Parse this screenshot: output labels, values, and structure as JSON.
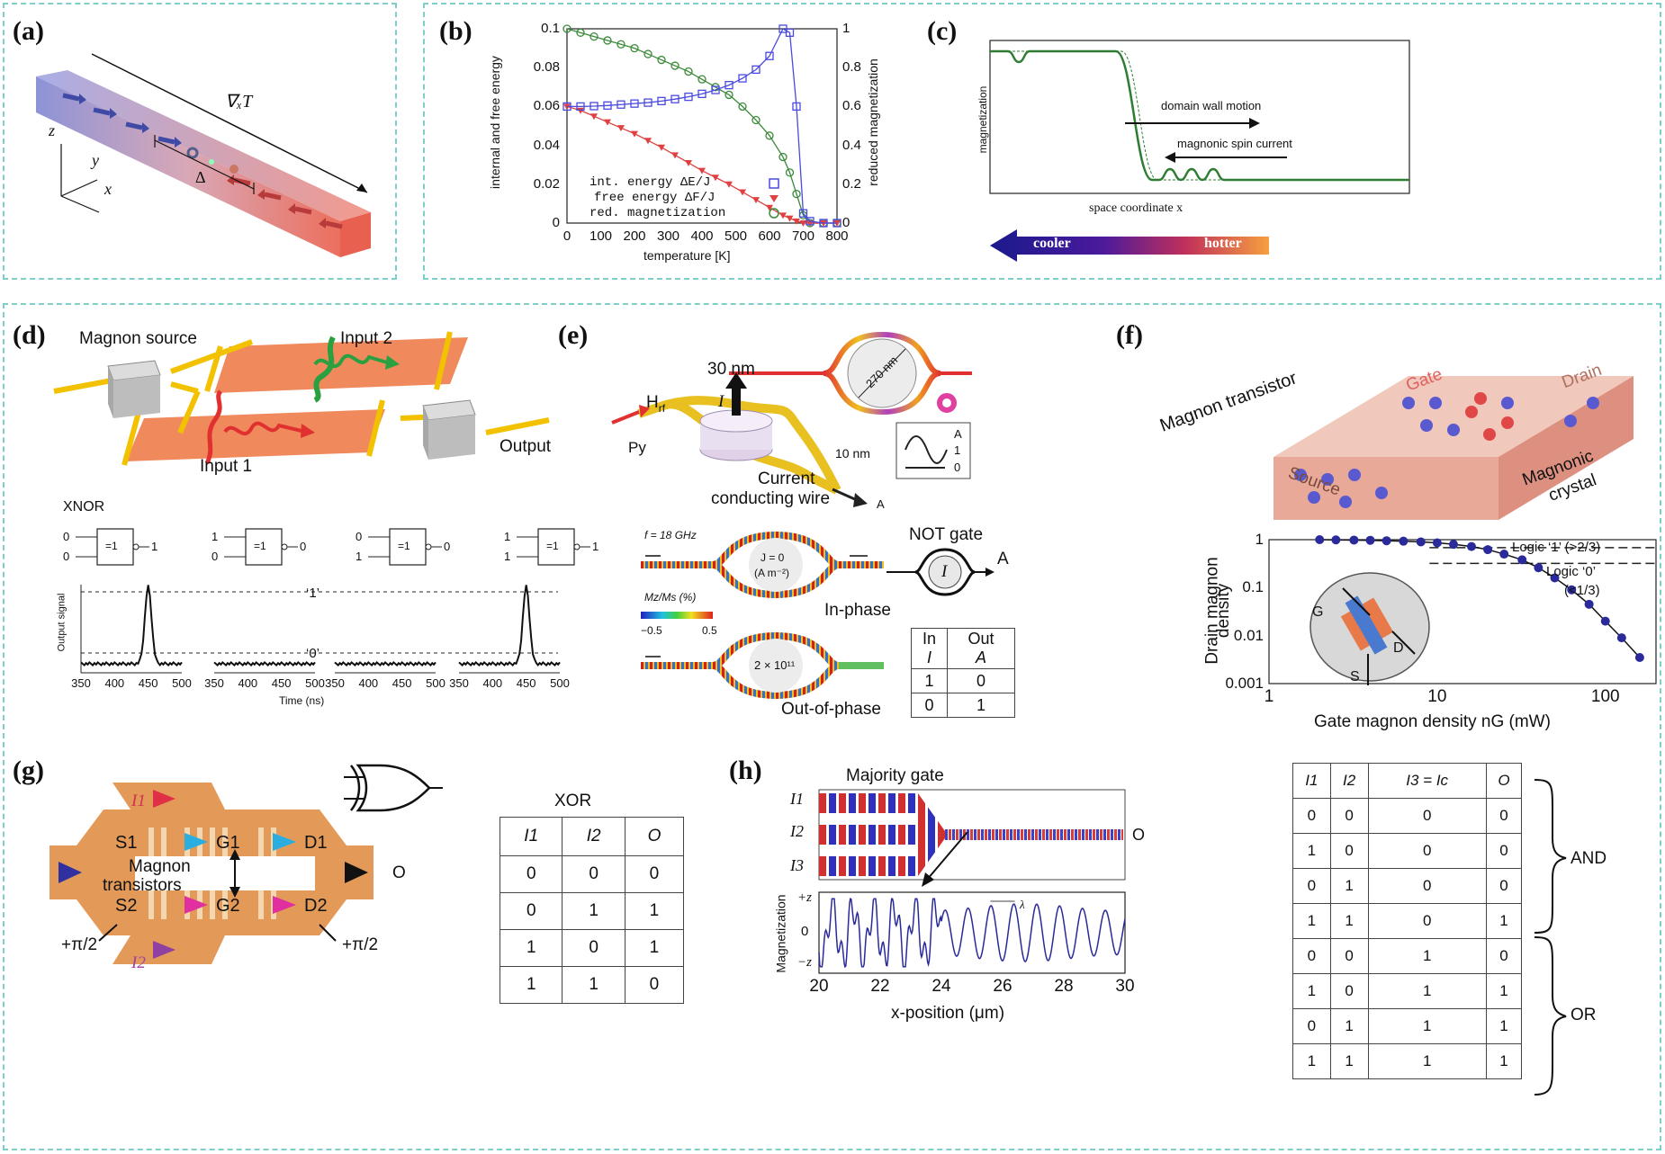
{
  "panels": {
    "a": "(a)",
    "b": "(b)",
    "c": "(c)",
    "d": "(d)",
    "e": "(e)",
    "f": "(f)",
    "g": "(g)",
    "h": "(h)"
  },
  "a": {
    "gradient": "∇ₓT",
    "delta": "Δ",
    "axis_z": "z",
    "axis_y": "y",
    "axis_x": "x"
  },
  "b": {
    "xlabel": "temperature [K]",
    "ylabel_left": "internal and free energy",
    "ylabel_right": "reduced magnetization",
    "xticks": [
      "0",
      "100",
      "200",
      "300",
      "400",
      "500",
      "600",
      "700",
      "800"
    ],
    "yticks_left": [
      "0",
      "0.02",
      "0.04",
      "0.06",
      "0.08",
      "0.1"
    ],
    "yticks_right": [
      "0",
      "0.2",
      "0.4",
      "0.6",
      "0.8",
      "1"
    ],
    "legend": [
      "int. energy ΔE/J",
      "free energy ΔF/J",
      "red. magnetization"
    ]
  },
  "c": {
    "ylabel": "magnetization",
    "xlabel": "space coordinate x",
    "arrow1": "domain wall motion",
    "arrow2": "magnonic spin current",
    "cooler": "cooler",
    "hotter": "hotter"
  },
  "d": {
    "source": "Magnon source",
    "input1": "Input 1",
    "input2": "Input 2",
    "output": "Output",
    "gate": "XNOR",
    "gate_symbol": "=1",
    "combos": [
      {
        "a": "0",
        "b": "0",
        "o": "1"
      },
      {
        "a": "1",
        "b": "0",
        "o": "0"
      },
      {
        "a": "0",
        "b": "1",
        "o": "0"
      },
      {
        "a": "1",
        "b": "1",
        "o": "1"
      }
    ],
    "level1": "‘1’",
    "level0": "‘0’",
    "ylabel": "Output signal",
    "xlabel": "Time (ns)",
    "xticks": [
      "350",
      "400",
      "450",
      "500"
    ]
  },
  "e": {
    "width": "30 nm",
    "diameter": "270 nm",
    "hrf": "H",
    "hrf_sub": "rf",
    "current_symbol": "I",
    "py": "Py",
    "thickness": "10 nm",
    "wire": "Current",
    "wire2": "conducting wire",
    "out_a": "A",
    "legend_a": "A",
    "legend_1": "1",
    "legend_0": "0",
    "freq": "f = 18 GHz",
    "j0": "J = 0",
    "j0_unit": "(A m⁻²)",
    "j1": "2 × 10¹¹",
    "mz": "Mz/Ms (%)",
    "scale_min": "−0.5",
    "scale_max": "0.5",
    "in_phase": "In-phase",
    "out_phase": "Out-of-phase",
    "not_gate": "NOT gate",
    "not_symbol": "I",
    "not_out": "A",
    "table_headers": [
      [
        "In",
        "I"
      ],
      [
        "Out",
        "A"
      ]
    ],
    "table_rows": [
      [
        "1",
        "0"
      ],
      [
        "0",
        "1"
      ]
    ]
  },
  "f": {
    "title1": "Magnon transistor",
    "gate": "Gate",
    "drain": "Drain",
    "source": "Source",
    "crystal1": "Magnonic",
    "crystal2": "crystal",
    "ylabel1": "Drain magnon",
    "ylabel2": "density",
    "xlabel": "Gate magnon density nG (mW)",
    "yticks": [
      "1",
      "0.1",
      "0.01",
      "0.001"
    ],
    "xticks": [
      "1",
      "10",
      "100"
    ],
    "logic1": "Logic ‘1’ (>2/3)",
    "logic0a": "Logic ‘0’",
    "logic0b": "(<1/3)",
    "inset_g": "G",
    "inset_d": "D",
    "inset_s": "S",
    "table_headers": [
      "I1",
      "I2",
      "I3 = Ic",
      "O"
    ],
    "table_rows": [
      [
        "0",
        "0",
        "0",
        "0"
      ],
      [
        "1",
        "0",
        "0",
        "0"
      ],
      [
        "0",
        "1",
        "0",
        "0"
      ],
      [
        "1",
        "1",
        "0",
        "1"
      ],
      [
        "0",
        "0",
        "1",
        "0"
      ],
      [
        "1",
        "0",
        "1",
        "1"
      ],
      [
        "0",
        "1",
        "1",
        "1"
      ],
      [
        "1",
        "1",
        "1",
        "1"
      ]
    ],
    "and": "AND",
    "or": "OR"
  },
  "g": {
    "i1": "I1",
    "i2": "I2",
    "s1": "S1",
    "g1": "G1",
    "d1": "D1",
    "s2": "S2",
    "g2": "G2",
    "d2": "D2",
    "magnon": "Magnon",
    "transistors": "transistors",
    "phase_left": "+π/2",
    "phase_right": "+π/2",
    "out": "O",
    "table_title": "XOR",
    "table_headers": [
      "I1",
      "I2",
      "O"
    ],
    "table_rows": [
      [
        "0",
        "0",
        "0"
      ],
      [
        "0",
        "1",
        "1"
      ],
      [
        "1",
        "0",
        "1"
      ],
      [
        "1",
        "1",
        "0"
      ]
    ]
  },
  "h": {
    "title": "Majority gate",
    "i1": "I1",
    "i2": "I2",
    "i3": "I3",
    "out": "O",
    "ylabel": "Magnetization",
    "y_top": "+z",
    "y_mid": "0",
    "y_bot": "−z",
    "lambda": "λ",
    "xlabel": "x-position (μm)",
    "xticks": [
      "20",
      "22",
      "24",
      "26",
      "28",
      "30"
    ]
  }
}
